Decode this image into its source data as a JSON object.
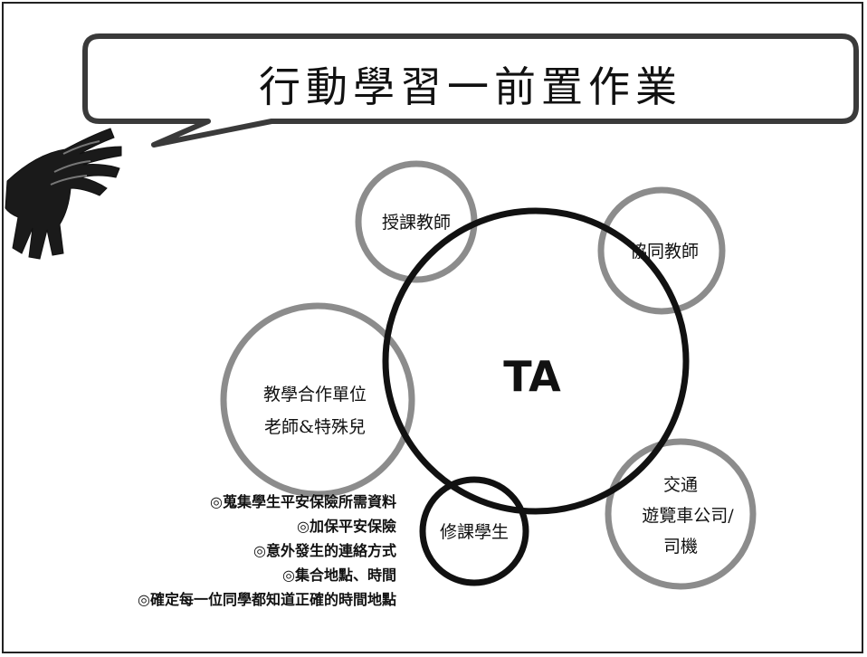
{
  "title": "行動學習一前置作業",
  "center": "TA",
  "nodes": [
    {
      "id": "teacher",
      "lines": [
        "授課教師"
      ]
    },
    {
      "id": "co-teacher",
      "lines": [
        "協同教師"
      ]
    },
    {
      "id": "partner",
      "lines": [
        "教學合作單位",
        "老師&特殊兒"
      ]
    },
    {
      "id": "transport",
      "lines": [
        "交通",
        "遊覽車公司/",
        "司機"
      ]
    },
    {
      "id": "students",
      "lines": [
        "修課學生"
      ]
    }
  ],
  "notes": [
    "◎蒐集學生平安保險所需資料",
    "◎加保平安保險",
    "◎意外發生的連絡方式",
    "◎集合地點、時間",
    "◎確定每一位同學都知道正確的時間地點"
  ]
}
